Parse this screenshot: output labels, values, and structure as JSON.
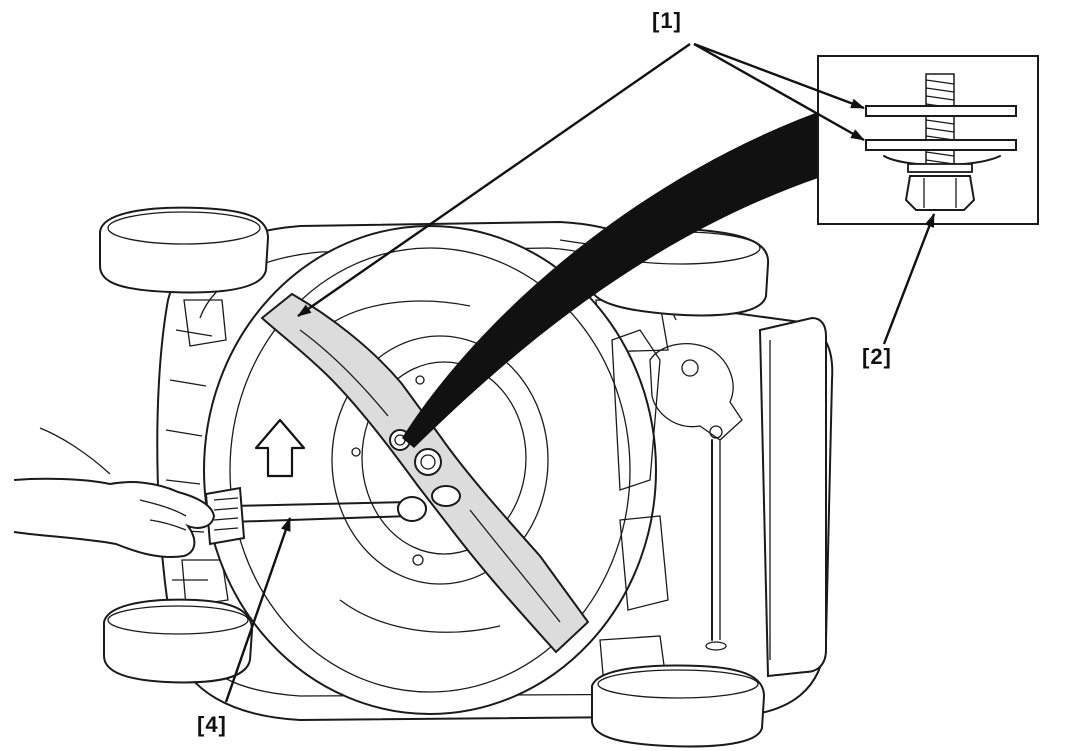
{
  "callouts": {
    "c1": "[1]",
    "c2": "[2]",
    "c4": "[4]"
  },
  "icons": {
    "forward_arrow": "arrow-up-outline-icon",
    "leader_arrow": "arrowhead"
  },
  "colors": {
    "line": "#1a1a1a",
    "blade_fill": "#dcdcdc",
    "detail_band": "#111111",
    "background": "#ffffff"
  }
}
